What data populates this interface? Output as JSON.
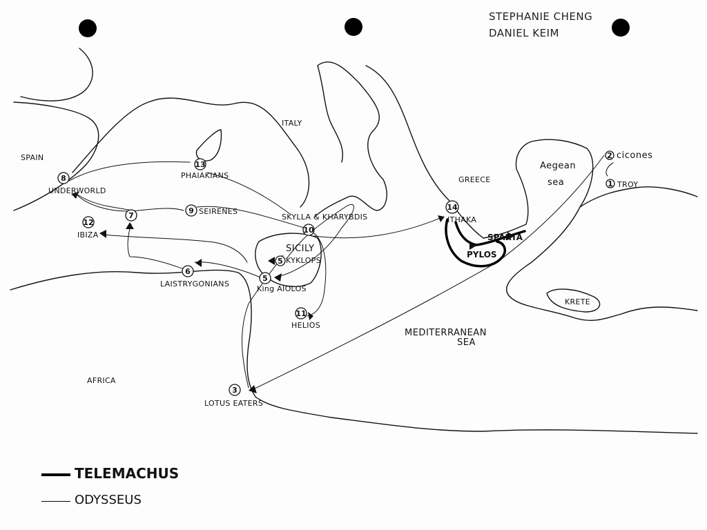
{
  "authors": [
    "STEPHANIE CHENG",
    "DANIEL KEIM"
  ],
  "regions": {
    "spain": "SPAIN",
    "italy": "ITALY",
    "greece": "GREECE",
    "aegean": "Aegean",
    "aegean_sea": "sea",
    "africa": "AFRICA",
    "mediterranean": "MEDITERRANEAN",
    "mediterranean_sea": "SEA",
    "krete": "KRETE",
    "sicily": "SICILY"
  },
  "stops": [
    {
      "num": "1",
      "name": "TROY"
    },
    {
      "num": "2",
      "name": "cicones"
    },
    {
      "num": "3",
      "name": "LOTUS EATERS"
    },
    {
      "num": "5",
      "name": "KYKLOPS"
    },
    {
      "num": "5",
      "name": "King AIOLOS"
    },
    {
      "num": "6",
      "name": "LAISTRYGONIANS"
    },
    {
      "num": "7",
      "name": ""
    },
    {
      "num": "8",
      "name": "UNDERWORLD"
    },
    {
      "num": "9",
      "name": "SEIRENES"
    },
    {
      "num": "10",
      "name": "SKYLLA & KHARYBDIS"
    },
    {
      "num": "11",
      "name": "HELIOS"
    },
    {
      "num": "12",
      "name": "IBIZA"
    },
    {
      "num": "13",
      "name": "PHAIAKIANS"
    },
    {
      "num": "14",
      "name": "ITHAKA"
    }
  ],
  "telemachus_places": {
    "sparta": "SPARTA",
    "pylos": "PYLOS"
  },
  "legend": {
    "telemachus": "TELEMACHUS",
    "odysseus": "ODYSSEUS"
  },
  "colors": {
    "ink": "#111111",
    "paper": "#fdfdfd"
  }
}
